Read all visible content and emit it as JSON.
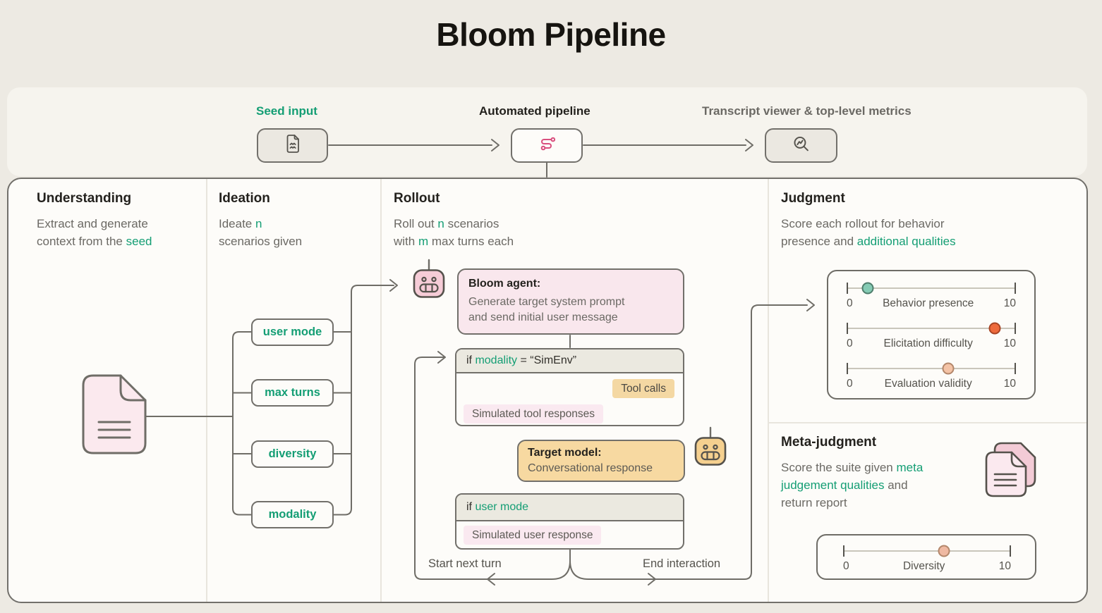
{
  "title": "Bloom Pipeline",
  "colors": {
    "green": "#149E74",
    "line": "#72706B",
    "pink": "#F9E7ED",
    "orange": "#F7D9A1"
  },
  "top_bar": {
    "stages": [
      {
        "label": "Seed input",
        "icon": "seed-document-icon"
      },
      {
        "label": "Automated pipeline",
        "icon": "pipeline-route-icon"
      },
      {
        "label": "Transcript viewer & top-level metrics",
        "icon": "magnifier-chart-icon"
      }
    ]
  },
  "understanding": {
    "title": "Understanding",
    "line1": "Extract and generate",
    "line2_pre": "context from the ",
    "line2_hl": "seed"
  },
  "ideation": {
    "title": "Ideation",
    "line1_pre": "Ideate ",
    "line1_hl": "n",
    "line2": "scenarios given",
    "chips": [
      "user mode",
      "max turns",
      "diversity",
      "modality"
    ]
  },
  "rollout": {
    "title": "Rollout",
    "line1_pre": "Roll out ",
    "line1_hl": "n",
    "line1_post": " scenarios",
    "line2_pre": "with ",
    "line2_hl": "m",
    "line2_post": " max turns each",
    "bloom_agent": {
      "title": "Bloom agent:",
      "body1": "Generate target system prompt",
      "body2": "and send initial user message"
    },
    "if_modality": {
      "pre": "if ",
      "hl": "modality",
      "post": " = “SimEnv”",
      "tool_calls": "Tool calls",
      "sim_tool": "Simulated tool responses"
    },
    "target_model": {
      "title": "Target model:",
      "body": "Conversational response"
    },
    "if_user": {
      "pre": "if ",
      "hl": "user mode",
      "sim_user": "Simulated user response"
    },
    "loop": {
      "left": "Start next turn",
      "right": "End interaction"
    }
  },
  "judgment": {
    "title": "Judgment",
    "line1": "Score each rollout for behavior",
    "line2_pre": "presence and ",
    "line2_hl": "additional qualities",
    "sliders": [
      {
        "label": "Behavior presence",
        "min": "0",
        "max": "10",
        "value": 1.25,
        "fill": "#85CBB4",
        "border": "#4E7D6C"
      },
      {
        "label": "Elicitation difficulty",
        "min": "0",
        "max": "10",
        "value": 8.75,
        "fill": "#EE6A3C",
        "border": "#A84525"
      },
      {
        "label": "Evaluation validity",
        "min": "0",
        "max": "10",
        "value": 6.0,
        "fill": "#F4C3A6",
        "border": "#B3876B"
      }
    ]
  },
  "meta": {
    "title": "Meta-judgment",
    "line1_pre": "Score the suite given ",
    "line1_hl": "meta",
    "line2_hl": "judgement qualities",
    "line2_post": " and",
    "line3": "return report",
    "slider": {
      "label": "Diversity",
      "min": "0",
      "max": "10",
      "value": 6.0,
      "fill": "#EFB9A2",
      "border": "#B3876B"
    }
  }
}
